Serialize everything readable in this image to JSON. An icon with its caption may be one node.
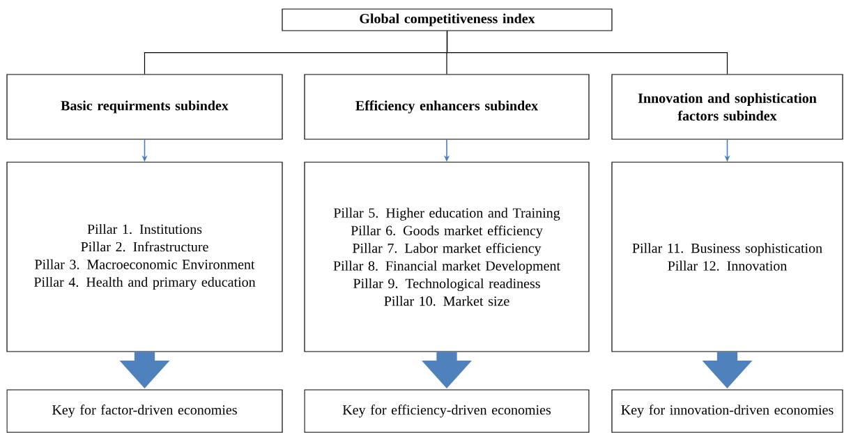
{
  "diagram": {
    "nodes": [
      {
        "text": [
          "Global competitiveness index"
        ]
      },
      {
        "text": [
          "Basic requirments subindex"
        ]
      },
      {
        "text": [
          "Efficiency enhancers subindex"
        ]
      },
      {
        "text": [
          "Innovation and sophistication factors subindex"
        ]
      },
      {
        "text": [
          "Pillar 1. Institutions",
          "Pillar 2. Infrastructure",
          "Pillar 3. Macroeconomic Environment",
          "Pillar 4. Health and primary education"
        ]
      },
      {
        "text": [
          "Pillar 5. Higher education and Training",
          "Pillar 6. Goods market efficiency",
          "Pillar 7. Labor market efficiency",
          "Pillar 8. Financial market Development",
          "Pillar 9. Technological readiness",
          "Pillar 10. Market size"
        ]
      },
      {
        "text": [
          "Pillar 11. Business sophistication",
          "Pillar 12. Innovation"
        ]
      },
      {
        "text": [
          "Key for factor-driven economies"
        ]
      },
      {
        "text": [
          "Key for efficiency-driven economies"
        ]
      },
      {
        "text": [
          "Key for innovation-driven economies"
        ]
      }
    ],
    "edges": [
      {
        "from": 0,
        "to": 1,
        "arrow": "none"
      },
      {
        "from": 0,
        "to": 2,
        "arrow": "none"
      },
      {
        "from": 0,
        "to": 3,
        "arrow": "none"
      },
      {
        "from": 1,
        "to": 4,
        "arrow": "to",
        "color": "#4a7ebb"
      },
      {
        "from": 2,
        "to": 5,
        "arrow": "to",
        "color": "#4a7ebb"
      },
      {
        "from": 3,
        "to": 6,
        "arrow": "to",
        "color": "#4a7ebb"
      },
      {
        "from": 4,
        "to": 7,
        "arrow": "to",
        "style": "thick",
        "color": "#4f81bd"
      },
      {
        "from": 5,
        "to": 8,
        "arrow": "to",
        "style": "thick",
        "color": "#4f81bd"
      },
      {
        "from": 6,
        "to": 9,
        "arrow": "to",
        "style": "thick",
        "color": "#4f81bd"
      }
    ]
  }
}
